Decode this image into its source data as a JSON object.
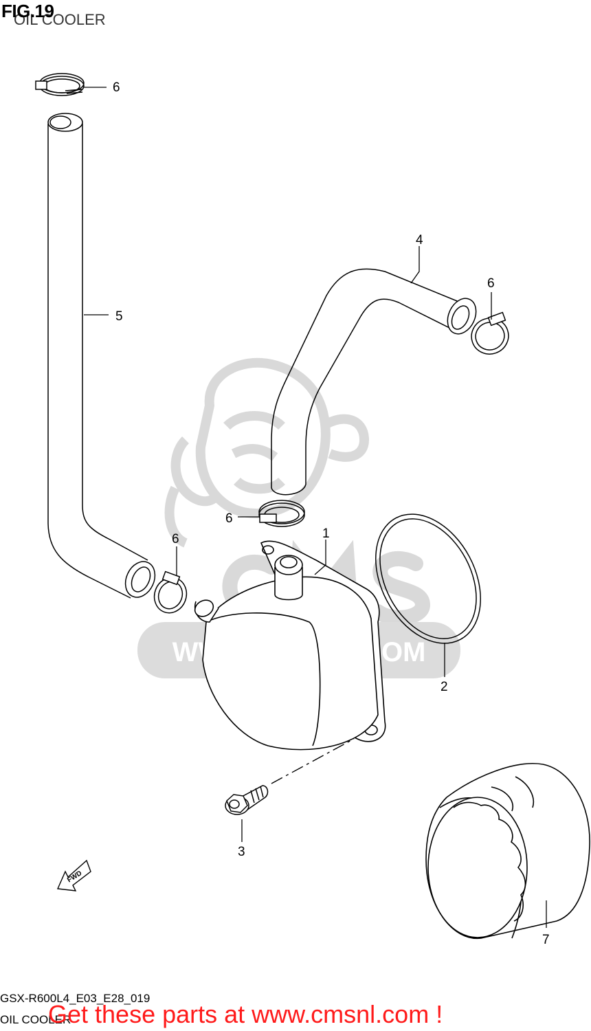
{
  "figure": {
    "number": "FIG.19",
    "title": "OIL COOLER"
  },
  "footer": {
    "drawing_code": "GSX-R600L4_E03_E28_019",
    "drawing_name": "OIL COOLER",
    "promo": "Get these parts at www.cmsnl.com !",
    "promo_color": "#ff1a1a"
  },
  "watermark": {
    "text": "WWW.CMSNL.COM",
    "logo": "CMS",
    "color": "#d9d9d9"
  },
  "direction_indicator": {
    "label": "FWD"
  },
  "callouts": [
    {
      "id": "c1",
      "label": "1"
    },
    {
      "id": "c2",
      "label": "2"
    },
    {
      "id": "c3",
      "label": "3"
    },
    {
      "id": "c4",
      "label": "4"
    },
    {
      "id": "c5",
      "label": "5"
    },
    {
      "id": "c6a",
      "label": "6"
    },
    {
      "id": "c6b",
      "label": "6"
    },
    {
      "id": "c6c",
      "label": "6"
    },
    {
      "id": "c6d",
      "label": "6"
    },
    {
      "id": "c7",
      "label": "7"
    }
  ]
}
